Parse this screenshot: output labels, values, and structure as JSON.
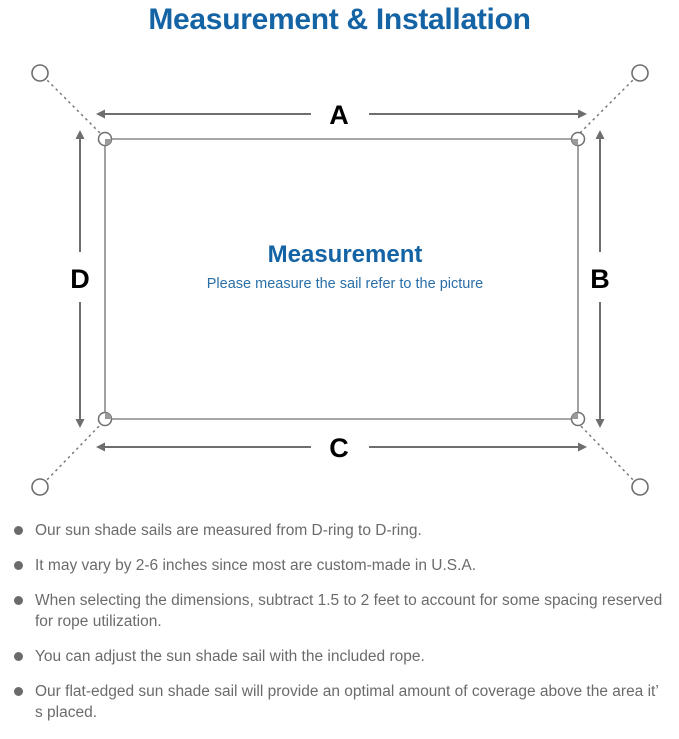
{
  "page": {
    "title": "Measurement & Installation",
    "title_color": "#1464a5",
    "background": "#ffffff"
  },
  "diagram": {
    "name": "sun-shade-sail-measurement-diagram",
    "center": {
      "heading": "Measurement",
      "subtitle": "Please measure the sail refer to the picture",
      "heading_color": "#1464a5",
      "subtitle_color": "#2a6fa8"
    },
    "dimension_labels": {
      "top": "A",
      "right": "B",
      "bottom": "C",
      "left": "D"
    },
    "sail": {
      "shape": "rectangle",
      "stroke_color": "#808080",
      "fill": "#ffffff",
      "corner_hardware": "d-ring"
    },
    "rope": {
      "style": "dotted",
      "color": "#777777",
      "anchor_shape": "circle",
      "anchor_count": 4
    },
    "arrows": {
      "color": "#6e6e6e",
      "style": "double-headed"
    }
  },
  "notes": [
    "Our sun shade sails are measured from D-ring to D-ring.",
    "It may vary by 2-6 inches since most are custom-made in U.S.A.",
    "When selecting the dimensions, subtract 1.5 to 2 feet to account for some spacing reserved for rope utilization.",
    "You can adjust the sun shade sail with the included rope.",
    "Our flat-edged sun shade sail will provide an optimal amount of coverage above the area it’ s placed.",
    "bullet_color"
  ],
  "notes_text_color": "#6b6b6b"
}
